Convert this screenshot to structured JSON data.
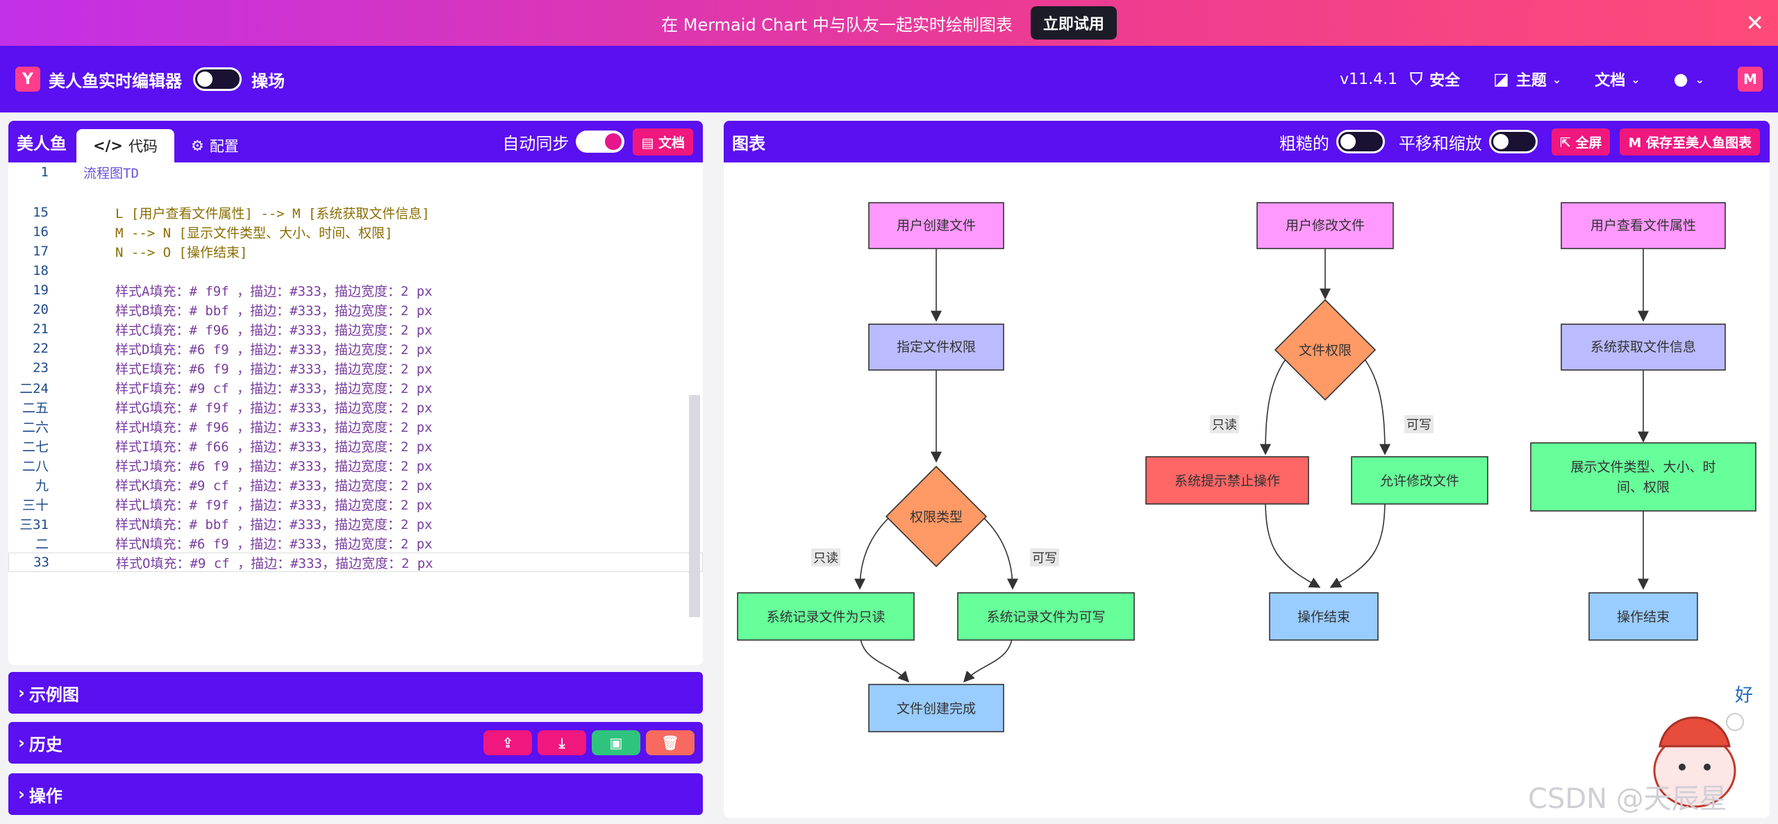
{
  "banner": {
    "text": "在 Mermaid Chart 中与队友一起实时绘制图表",
    "button": "立即试用",
    "close": "✕"
  },
  "header": {
    "title": "美人鱼实时编辑器",
    "playground": "操场",
    "version": "v11.4.1",
    "security": "安全",
    "theme": "主题",
    "docs": "文档"
  },
  "editor": {
    "label": "美人鱼",
    "tab_code": "代码",
    "tab_config": "配置",
    "auto_sync": "自动同步",
    "docs_btn": "文档",
    "lines": [
      {
        "n": "1",
        "t": "流程图TD"
      },
      {
        "n": "15",
        "t": "L [用户查看文件属性] --> M [系统获取文件信息]"
      },
      {
        "n": "16",
        "t": "M --> N [显示文件类型、大小、时间、权限]"
      },
      {
        "n": "17",
        "t": "N --> O [操作结束]"
      },
      {
        "n": "18",
        "t": ""
      },
      {
        "n": "19",
        "t": "样式A填充：# f9f ，描边：#333，描边宽度：2 px"
      },
      {
        "n": "20",
        "t": "样式B填充：# bbf ，描边：#333，描边宽度：2 px"
      },
      {
        "n": "21",
        "t": "样式C填充：# f96 ，描边：#333，描边宽度：2 px"
      },
      {
        "n": "22",
        "t": "样式D填充：#6 f9 ，描边：#333，描边宽度：2 px"
      },
      {
        "n": "23",
        "t": "样式E填充：#6 f9 ，描边：#333，描边宽度：2 px"
      },
      {
        "n": "二24",
        "t": "样式F填充：#9 cf ，描边：#333，描边宽度：2 px"
      },
      {
        "n": "二五",
        "t": "样式G填充：# f9f ，描边：#333，描边宽度：2 px"
      },
      {
        "n": "二六",
        "t": "样式H填充：# f96 ，描边：#333，描边宽度：2 px"
      },
      {
        "n": "二七",
        "t": "样式I填充：# f66 ，描边：#333，描边宽度：2 px"
      },
      {
        "n": "二八",
        "t": "样式J填充：#6 f9 ，描边：#333，描边宽度：2 px"
      },
      {
        "n": "九",
        "t": "样式K填充：#9 cf ，描边：#333，描边宽度：2 px"
      },
      {
        "n": "三十",
        "t": "样式L填充：# f9f ，描边：#333，描边宽度：2 px"
      },
      {
        "n": "三31",
        "t": "样式N填充：# bbf ，描边：#333，描边宽度：2 px"
      },
      {
        "n": "二",
        "t": "样式N填充：#6 f9 ，描边：#333，描边宽度：2 px"
      },
      {
        "n": "33",
        "t": "样式O填充：#9 cf ，描边：#333，描边宽度：2 px"
      }
    ]
  },
  "panels": {
    "examples": "示例图",
    "history": "历史",
    "actions": "操作"
  },
  "diagram": {
    "label": "图表",
    "rough": "粗糙的",
    "pan_zoom": "平移和缩放",
    "fullscreen": "全屏",
    "save": "保存至美人鱼图表",
    "nodes": {
      "create": "用户创建文件",
      "assign": "指定文件权限",
      "perm_type": "权限类型",
      "rec_ro": "系统记录文件为只读",
      "rec_rw": "系统记录文件为可写",
      "done": "文件创建完成",
      "modify": "用户修改文件",
      "file_perm": "文件权限",
      "deny": "系统提示禁止操作",
      "allow": "允许修改文件",
      "end1": "操作结束",
      "view": "用户查看文件属性",
      "getinfo": "系统获取文件信息",
      "show1": "展示文件类型、大小、时",
      "show2": "间、权限",
      "end2": "操作结束"
    },
    "edges": {
      "ro": "只读",
      "rw": "可写"
    },
    "colors": {
      "pink": "#ff99ff",
      "lavender": "#bbbbff",
      "orange": "#ff9966",
      "green": "#66ff99",
      "blue": "#99ccff",
      "red": "#ff6666"
    }
  },
  "watermark": "CSDN @天辰星"
}
